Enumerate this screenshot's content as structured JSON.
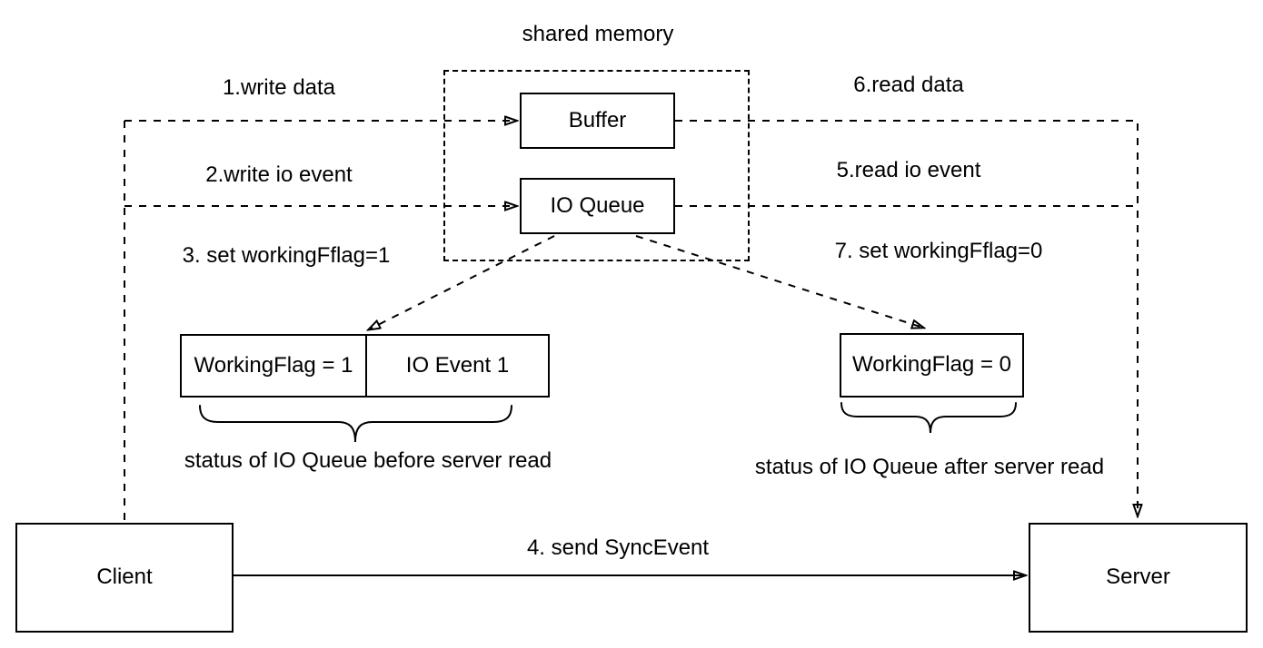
{
  "diagram": {
    "title": "shared memory",
    "nodes": {
      "buffer": "Buffer",
      "io_queue": "IO Queue",
      "working_flag_1": "WorkingFlag = 1",
      "io_event_1": "IO Event 1",
      "working_flag_0": "WorkingFlag = 0",
      "client": "Client",
      "server": "Server"
    },
    "edge_labels": {
      "write_data": "1.write data",
      "write_io_event": "2.write io event",
      "set_workingflag_1": "3. set workingFflag=1",
      "send_syncevent": "4. send SyncEvent",
      "read_io_event": "5.read io event",
      "read_data": "6.read data",
      "set_workingflag_0": "7. set workingFflag=0"
    },
    "annotations": {
      "before_read": "status of IO Queue before server read",
      "after_read": "status of IO Queue after server read"
    },
    "colors": {
      "stroke": "#000000",
      "background": "#ffffff"
    }
  }
}
